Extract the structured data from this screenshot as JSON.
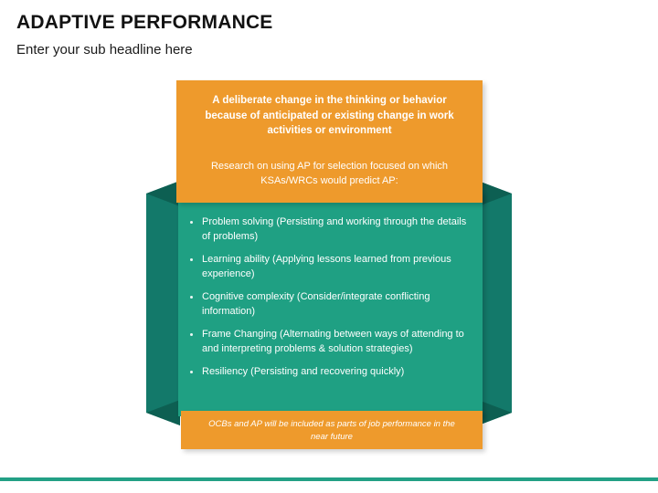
{
  "header": {
    "title": "ADAPTIVE PERFORMANCE",
    "subtitle": "Enter your sub headline here"
  },
  "diagram": {
    "statement_card": {
      "primary": "A deliberate change in the thinking or behavior because of anticipated or existing change in work activities or environment",
      "secondary": "Research on using AP for selection focused on which KSAs/WRCs would predict AP:"
    },
    "criteria": [
      "Problem solving (Persisting and working through the details of problems)",
      "Learning ability (Applying lessons learned from previous experience)",
      "Cognitive complexity (Consider/integrate conflicting information)",
      "Frame Changing (Alternating between ways of attending to and interpreting problems & solution strategies)",
      "Resiliency (Persisting and recovering quickly)"
    ],
    "footnote": "OCBs and AP will be included as parts of job performance in the near future"
  },
  "colors": {
    "orange": "#ee9a2c",
    "green": "#1fa083",
    "green_dark": "#13796a",
    "green_fold": "#0d5f52",
    "accent_bar": "#22a085",
    "text_light": "#ffffff",
    "text_dark": "#121212"
  }
}
